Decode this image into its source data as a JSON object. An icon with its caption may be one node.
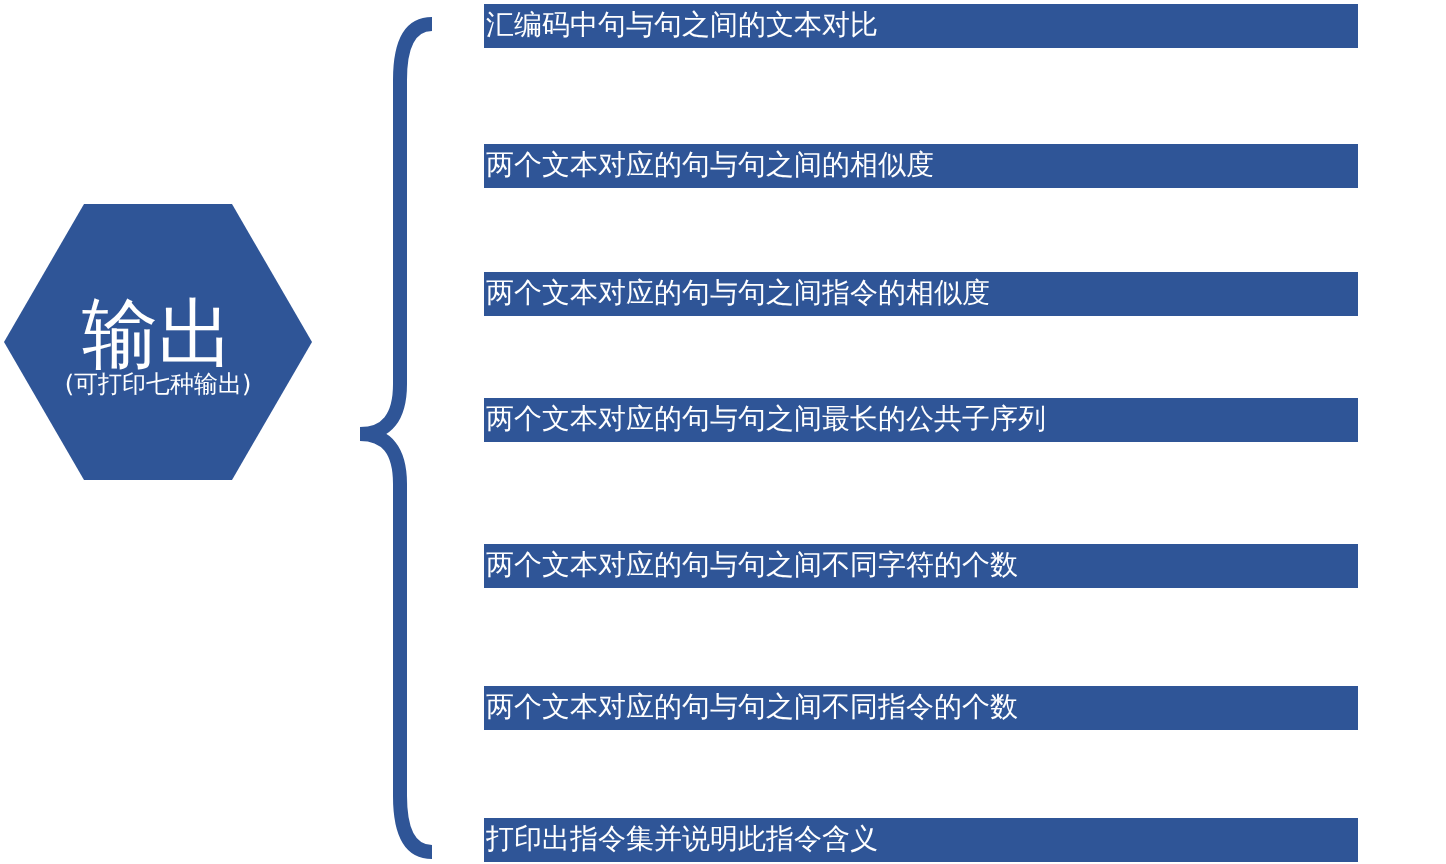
{
  "diagram": {
    "nodes": [
      {
        "text": [
          "输出",
          "(可打印七种输出)"
        ]
      },
      {
        "text": [
          "汇编码中句与句之间的文本对比"
        ]
      },
      {
        "text": [
          "两个文本对应的句与句之间的相似度"
        ]
      },
      {
        "text": [
          "两个文本对应的句与句之间指令的相似度"
        ]
      },
      {
        "text": [
          "两个文本对应的句与句之间最长的公共子序列"
        ]
      },
      {
        "text": [
          "两个文本对应的句与句之间不同字符的个数"
        ]
      },
      {
        "text": [
          "两个文本对应的句与句之间不同指令的个数"
        ]
      },
      {
        "text": [
          "打印出指令集并说明此指令含义"
        ]
      }
    ],
    "edges": []
  }
}
